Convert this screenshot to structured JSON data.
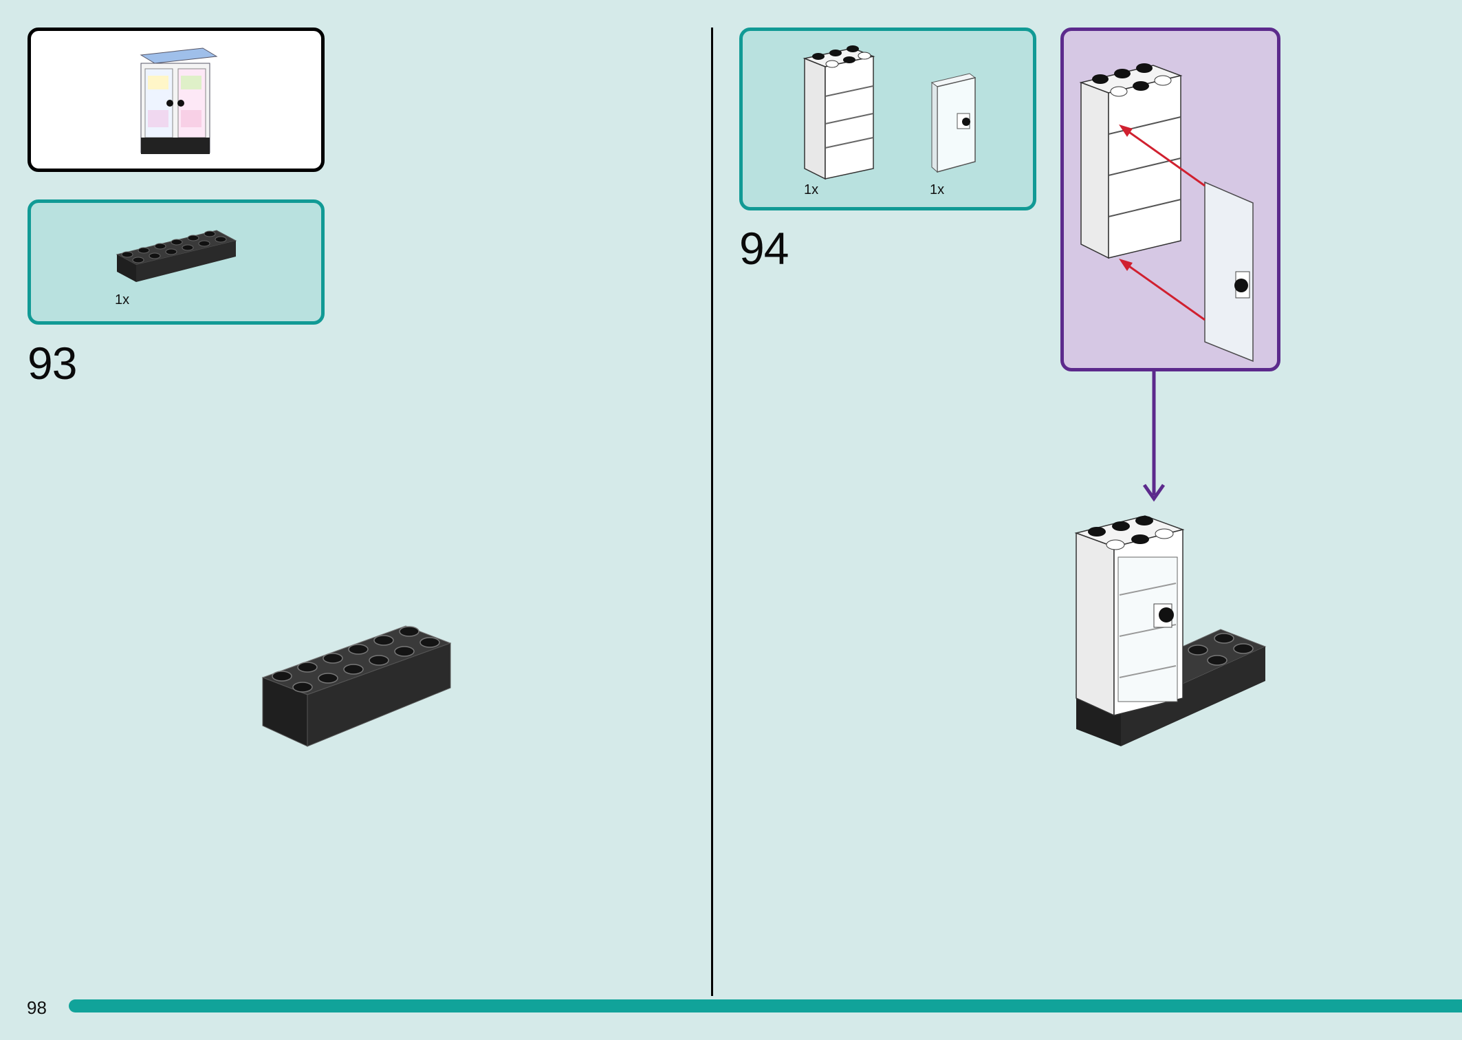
{
  "page": {
    "number": "98"
  },
  "step93": {
    "number": "93",
    "parts": [
      {
        "name": "black-brick-2x6",
        "qty": "1x"
      }
    ]
  },
  "step94": {
    "number": "94",
    "parts": [
      {
        "name": "white-cupboard-frame",
        "qty": "1x"
      },
      {
        "name": "transparent-door",
        "qty": "1x"
      }
    ]
  },
  "colors": {
    "background": "#d5eae9",
    "parts_box": "#b9e1df",
    "parts_border": "#119a95",
    "callout_fill": "#d6c8e4",
    "callout_border": "#5c2a8c",
    "arrow_red": "#d0202f",
    "progress_bar": "#11a39a"
  },
  "icons": {
    "submodel_preview": "refrigerator-preview-icon",
    "callout_arrow": "purple-down-arrow-icon"
  }
}
